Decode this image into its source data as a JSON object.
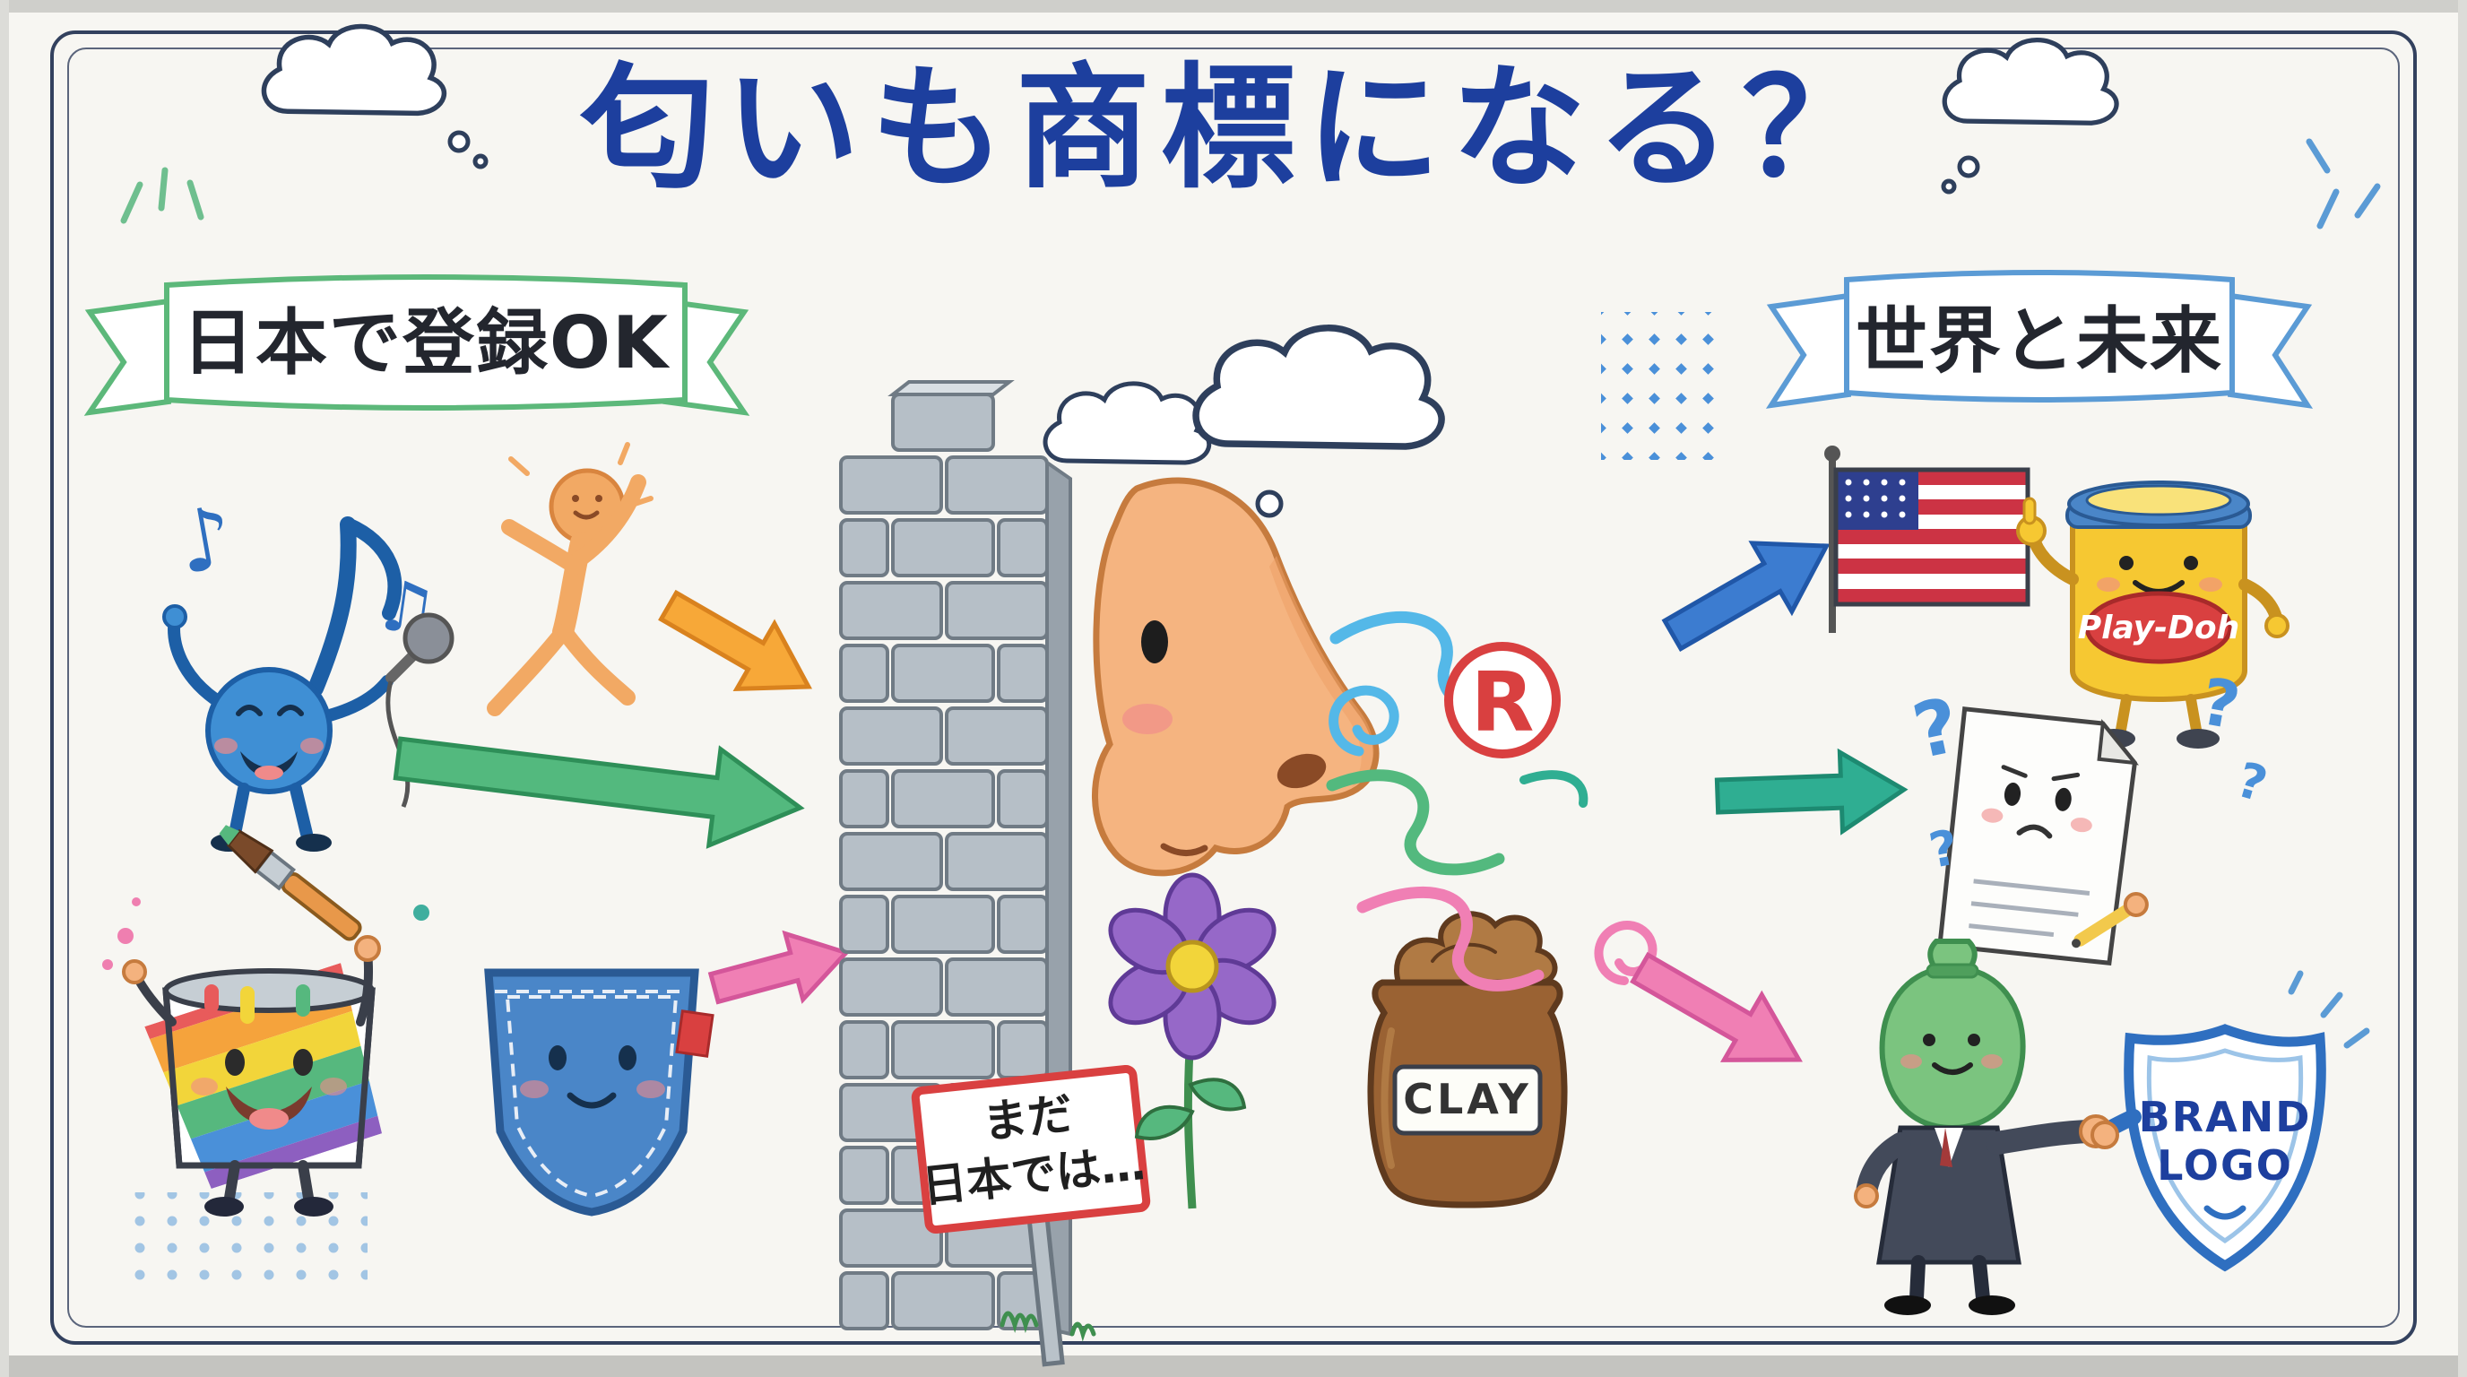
{
  "title": {
    "text": "匂いも商標になる？"
  },
  "banners": {
    "left": "日本で登録OK",
    "right": "世界と未来"
  },
  "wall_sign": {
    "line1": "まだ",
    "line2": "日本では…"
  },
  "registered_mark": {
    "letter": "R"
  },
  "jar": {
    "label": "CLAY"
  },
  "playdoh_can": {
    "label": "Play-Doh"
  },
  "shield": {
    "line1": "BRAND",
    "line2": "LOGO"
  },
  "glyphs": {
    "note_single": "♪",
    "note_beamed": "♫",
    "question": "?"
  },
  "palette": {
    "title_blue": "#1d3f9e",
    "ink": "#2e3f5c",
    "banner_green": "#5cb87a",
    "banner_blue": "#5b9bd5",
    "arrow_orange": "#f7a838",
    "arrow_green": "#53b97e",
    "arrow_pink": "#f07fb4",
    "arrow_blue": "#3c7cd0",
    "arrow_teal": "#2fae92",
    "wall_gray": "#b6bfc7",
    "nose_skin": "#f5b480",
    "registered_red": "#d94040",
    "jar_brown": "#9a6233",
    "playdoh_yellow": "#f6c832",
    "shield_blue": "#2f6fc0",
    "money_green": "#7bc47f"
  }
}
